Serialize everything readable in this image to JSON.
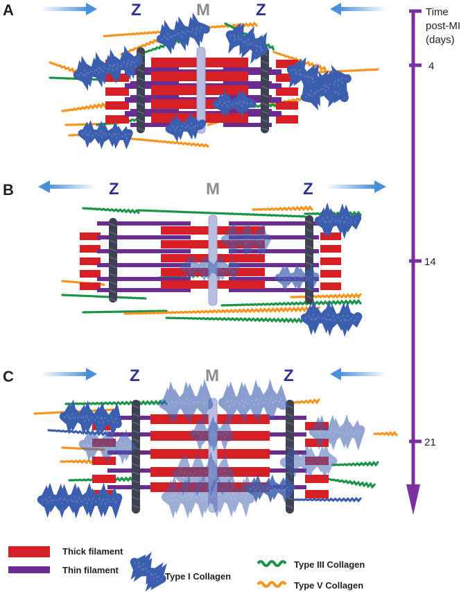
{
  "panels": [
    {
      "letter": "A",
      "z_left": "Z",
      "m": "M",
      "z_right": "Z",
      "arrows": "inward"
    },
    {
      "letter": "B",
      "z_left": "Z",
      "m": "M",
      "z_right": "Z",
      "arrows": "outward"
    },
    {
      "letter": "C",
      "z_left": "Z",
      "m": "M",
      "z_right": "Z",
      "arrows": "inward"
    }
  ],
  "timeline": {
    "title_lines": [
      "Time",
      "post-MI",
      "(days)"
    ],
    "ticks": [
      "4",
      "14",
      "21"
    ]
  },
  "legend": {
    "thick": "Thick filament",
    "thin": "Thin filament",
    "type1": "Type I Collagen",
    "type3": "Type III Collagen",
    "type5": "Type V Collagen"
  },
  "colors": {
    "thick": "#d71f26",
    "thin": "#6a2c91",
    "type1": "#3c5eae",
    "type3": "#1a9447",
    "type5": "#f7941e",
    "zdisc": "#3d4152",
    "mline": "#b9bde0",
    "arrow": "#4a90d9",
    "timeline": "#7b2fa0"
  }
}
